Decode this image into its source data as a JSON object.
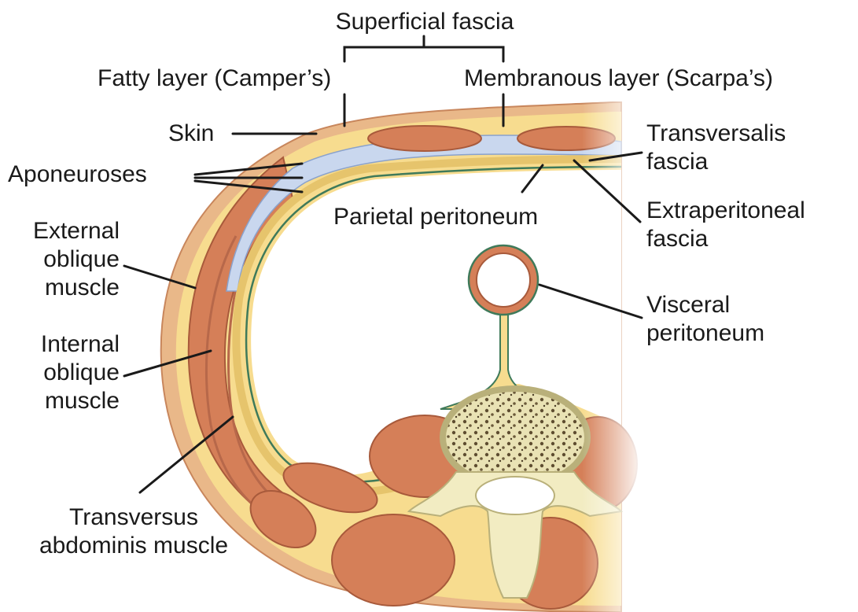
{
  "labels": {
    "superficial_fascia": "Superficial fascia",
    "fatty_layer": "Fatty layer (Camper’s)",
    "membranous_layer": "Membranous layer (Scarpa’s)",
    "skin": "Skin",
    "transversalis_fascia": [
      "Transversalis",
      "fascia"
    ],
    "aponeuroses": "Aponeuroses",
    "parietal_peritoneum": "Parietal peritoneum",
    "extraperitoneal_fascia": [
      "Extraperitoneal",
      "fascia"
    ],
    "external_oblique": [
      "External",
      "oblique",
      "muscle"
    ],
    "internal_oblique": [
      "Internal",
      "oblique",
      "muscle"
    ],
    "visceral_peritoneum": [
      "Visceral",
      "peritoneum"
    ],
    "transversus_abdominis": [
      "Transversus",
      "abdominis muscle"
    ]
  },
  "colors": {
    "skin": "#e9b889",
    "subcutaneous_fat": "#f7dc8f",
    "muscle": "#d57f58",
    "fascia": "#c9d7ee",
    "peritoneum": "#3f7a5a",
    "bone": "#f2ecc2",
    "bone_spongy": "#6b5a3a",
    "leader_line": "#1a1a1a"
  }
}
